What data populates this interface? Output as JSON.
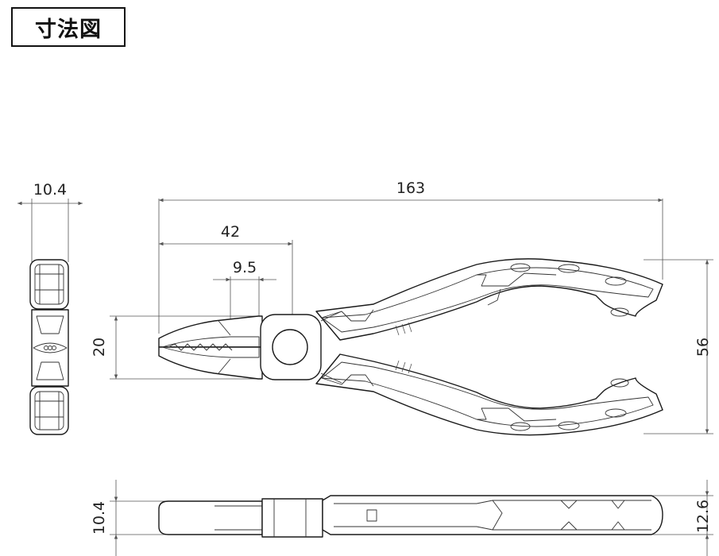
{
  "title": "寸法図",
  "dimensions": {
    "top_width": "10.4",
    "total_length": "163",
    "jaw_length": "42",
    "cutter_length": "9.5",
    "head_width": "20",
    "handle_span": "56",
    "side_head_thickness": "10.4",
    "side_handle_thickness": "12.6"
  }
}
